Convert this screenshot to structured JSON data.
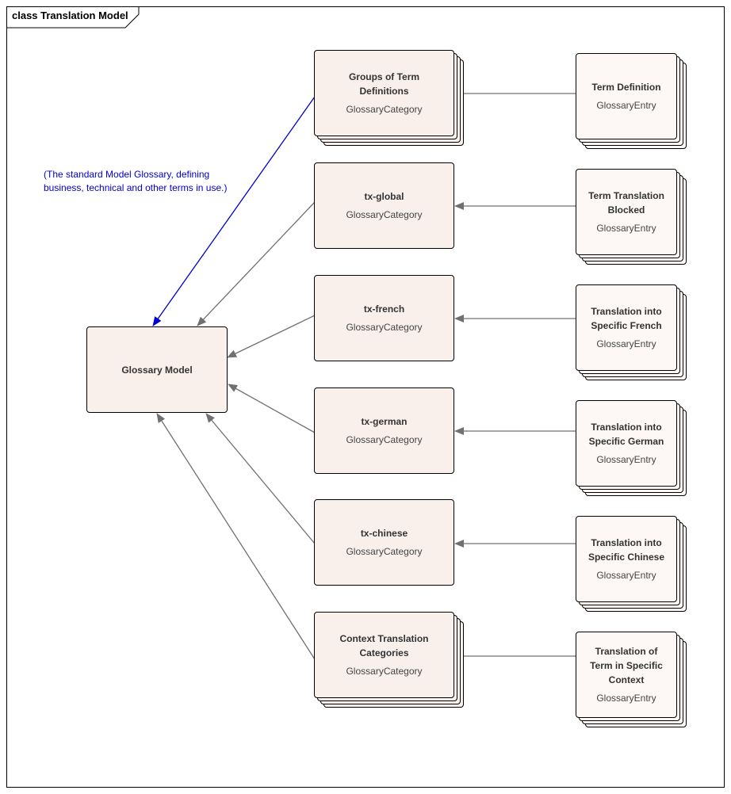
{
  "diagram": {
    "title": "class Translation Model",
    "note": "(The standard Model Glossary, defining business, technical and other terms in use.)",
    "root": {
      "name": "Glossary Model"
    },
    "categories": [
      {
        "name": "Groups of Term Definitions",
        "stereotype": "GlossaryCategory"
      },
      {
        "name": "tx-global",
        "stereotype": "GlossaryCategory"
      },
      {
        "name": "tx-french",
        "stereotype": "GlossaryCategory"
      },
      {
        "name": "tx-german",
        "stereotype": "GlossaryCategory"
      },
      {
        "name": "tx-chinese",
        "stereotype": "GlossaryCategory"
      },
      {
        "name": "Context Translation Categories",
        "stereotype": "GlossaryCategory"
      }
    ],
    "entries": [
      {
        "name": "Term Definition",
        "stereotype": "GlossaryEntry"
      },
      {
        "name": "Term Translation Blocked",
        "stereotype": "GlossaryEntry"
      },
      {
        "name": "Translation into Specific French",
        "stereotype": "GlossaryEntry"
      },
      {
        "name": "Translation into Specific German",
        "stereotype": "GlossaryEntry"
      },
      {
        "name": "Translation into Specific Chinese",
        "stereotype": "GlossaryEntry"
      },
      {
        "name": "Translation of Term in Specific Context",
        "stereotype": "GlossaryEntry"
      }
    ],
    "colors": {
      "connector": "#707070",
      "highlight": "#0000cc",
      "category_fill": "#f9f0ec",
      "entry_fill": "#fdf8f6"
    }
  }
}
